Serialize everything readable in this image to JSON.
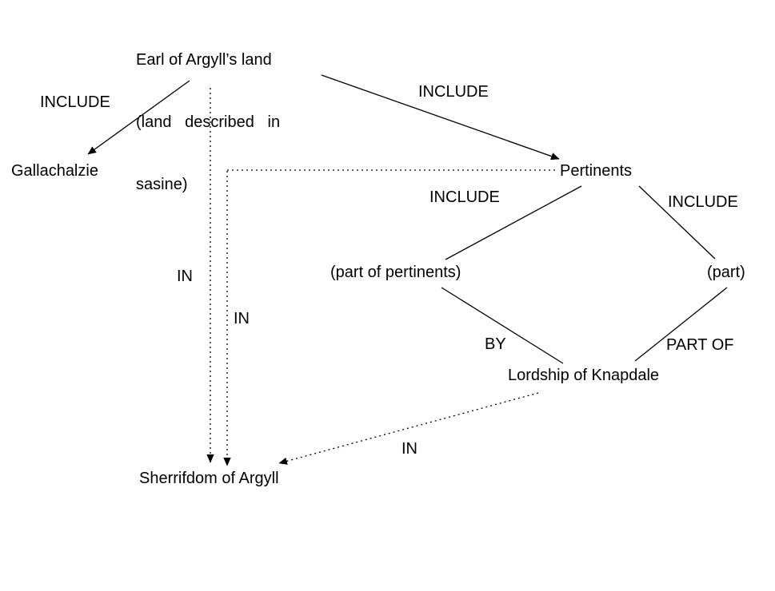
{
  "nodes": {
    "earl": {
      "line1": "Earl of Argyll’s land",
      "line2": "(land   described   in",
      "line3": "sasine)"
    },
    "gallachalzie": {
      "label": "Gallachalzie"
    },
    "pertinents": {
      "label": "Pertinents"
    },
    "part_of_pertinents": {
      "label": "(part of pertinents)"
    },
    "part": {
      "label": "(part)"
    },
    "lordship": {
      "label": "Lordship of Knapdale"
    },
    "sherrifdom": {
      "label": "Sherrifdom of Argyll"
    }
  },
  "edge_labels": {
    "include_gallachalzie": "INCLUDE",
    "include_pertinents": "INCLUDE",
    "include_part_of_pertinents": "INCLUDE",
    "include_part": "INCLUDE",
    "in_earl_to_sherrifdom": "IN",
    "in_pertinents_to_sherrifdom": "IN",
    "by": "BY",
    "part_of": "PART OF",
    "in_lordship_to_sherrifdom": "IN"
  },
  "colors": {
    "background": "#ffffff",
    "line": "#000000",
    "text": "#000000"
  }
}
